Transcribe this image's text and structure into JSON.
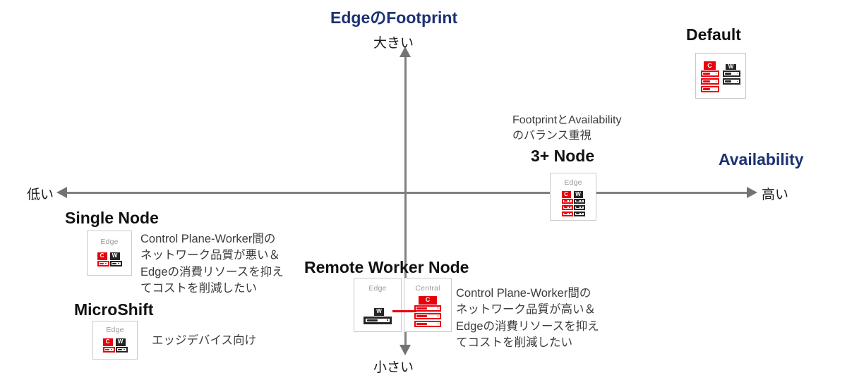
{
  "axes": {
    "y_title": "EdgeのFootprint",
    "y_top_label": "大きい",
    "y_bottom_label": "小さい",
    "x_title": "Availability",
    "x_left_label": "低い",
    "x_right_label": "高い",
    "axis_color": "#808080",
    "title_color": "#1c3270"
  },
  "nodes": {
    "default": {
      "title": "Default",
      "zone_label": "",
      "icon": "control-plane-and-worker-servers-icon"
    },
    "three_plus": {
      "note": "FootprintとAvailability\nのバランス重視",
      "title": "3+ Node",
      "zone_label": "Edge",
      "icon": "edge-combined-control-worker-icon"
    },
    "single": {
      "title": "Single Node",
      "zone_label": "Edge",
      "desc": "Control Plane-Worker間の\nネットワーク品質が悪い＆\nEdgeの消費リソースを抑え\nてコストを削減したい",
      "icon": "edge-single-node-icon"
    },
    "microshift": {
      "title": "MicroShift",
      "zone_label": "Edge",
      "desc": "エッジデバイス向け",
      "icon": "edge-microshift-icon"
    },
    "remote_worker": {
      "title": "Remote Worker Node",
      "zone_label_edge": "Edge",
      "zone_label_central": "Central",
      "desc": "Control Plane-Worker間の\nネットワーク品質が高い＆\nEdgeの消費リソースを抑え\nてコストを削減したい",
      "icon": "edge-worker-to-central-control-plane-icon"
    }
  },
  "glyphs": {
    "control_plane_letter": "C",
    "worker_letter": "W",
    "control_plane_color": "#e8000d",
    "worker_color": "#252525"
  }
}
